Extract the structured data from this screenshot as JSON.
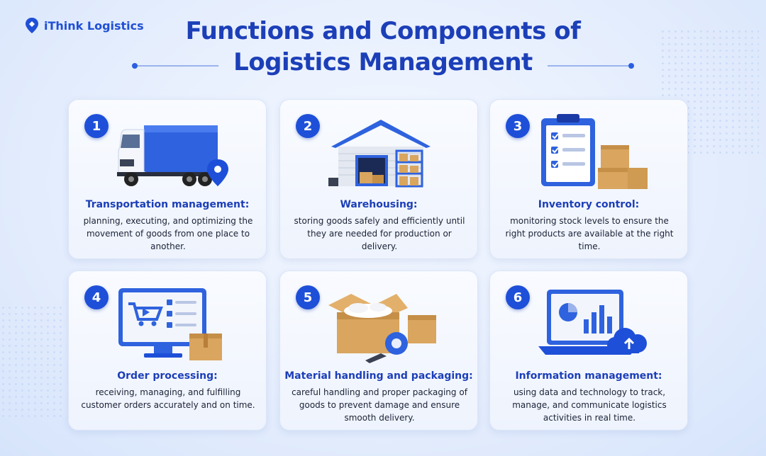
{
  "brand": {
    "name": "iThink Logistics"
  },
  "title": {
    "line1": "Functions and Components of",
    "line2": "Logistics Management"
  },
  "cards": [
    {
      "number": "1",
      "title": "Transportation management:",
      "description": "planning, executing, and optimizing the movement of goods from one place to another.",
      "icon": "truck-icon"
    },
    {
      "number": "2",
      "title": "Warehousing:",
      "description": "storing goods safely and efficiently until they are needed for production or delivery.",
      "icon": "warehouse-icon"
    },
    {
      "number": "3",
      "title": "Inventory control:",
      "description": "monitoring stock levels to ensure the right products are available at the right time.",
      "icon": "clipboard-icon"
    },
    {
      "number": "4",
      "title": "Order processing:",
      "description": "receiving, managing, and fulfilling customer orders accurately and on time.",
      "icon": "monitor-cart-icon"
    },
    {
      "number": "5",
      "title": "Material handling and packaging:",
      "description": "careful handling and proper packaging of goods to prevent damage and ensure smooth delivery.",
      "icon": "packaging-icon"
    },
    {
      "number": "6",
      "title": "Information management:",
      "description": "using data and technology to track, manage, and communicate logistics activities in real time.",
      "icon": "laptop-cloud-icon"
    }
  ],
  "colors": {
    "primary": "#1e4fd8",
    "title": "#1c3fb8",
    "box": "#d9a55f"
  }
}
